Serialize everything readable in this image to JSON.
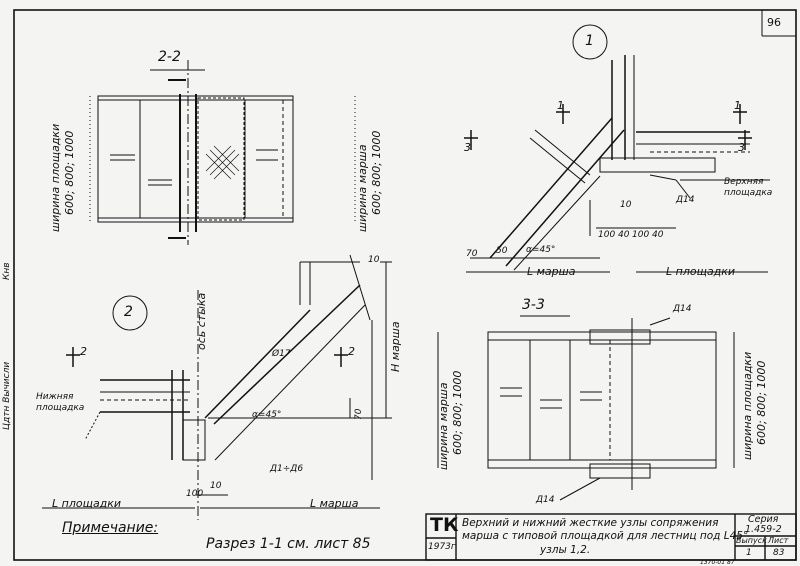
{
  "sheet": {
    "page_number": "96",
    "note_label": "Примечание:",
    "note_text": "Разрез 1-1 см. лист 85"
  },
  "section_22": {
    "title": "2-2",
    "width_platform": "ширина площадки",
    "width_platform_values": "600; 800; 1000",
    "width_march": "ширина марша",
    "width_march_values": "600; 800; 1000"
  },
  "node_1": {
    "number": "1",
    "cut_3_label": "3",
    "cut_1_label": "1",
    "weld_label": "Д14",
    "upper_platform_line1": "Верхняя",
    "upper_platform_line2": "площадка",
    "dim_10": "10",
    "dim_row": [
      "100",
      "40",
      "100",
      "40"
    ],
    "angle": "α=45°",
    "dim_70": "70",
    "dim_50": "50",
    "l_march": "L марша",
    "l_platform": "L площадки"
  },
  "node_2": {
    "number": "2",
    "cut_2_label": "2",
    "axis_label": "ось стыка",
    "lower_platform_line1": "Нижняя",
    "lower_platform_line2": "площадка",
    "dim_10_top": "10",
    "dim_70": "70",
    "angle": "α=45°",
    "weld_label": "Д1÷Д6",
    "h_march": "Н марша",
    "dim_100": "100",
    "dim_10_bottom": "10",
    "l_platform": "L площадки",
    "l_march": "L марша",
    "dim_bolt": "Ø17",
    "cut_2_right": "2"
  },
  "section_33": {
    "title": "3-3",
    "weld_top": "Д14",
    "weld_bottom": "Д14",
    "width_march": "ширина марша",
    "width_march_values": "600; 800; 1000",
    "width_platform": "ширина площадки",
    "width_platform_values": "600; 800; 1000"
  },
  "margin": {
    "left_text": "Цдтн  Вычисли",
    "left_small": "Кнв"
  },
  "title_block": {
    "logo": "ТК",
    "year": "1973г",
    "description_line1": "Верхний и нижний жесткие узлы сопряжения",
    "description_line2": "марша с типовой площадкой для лестниц под L45°",
    "description_line3": "узлы 1,2.",
    "series_label": "Серия",
    "series_value": "1.459-2",
    "issue_label": "Выпуск",
    "issue_value": "1",
    "sheet_label": "Лист",
    "sheet_value": "83",
    "doc_number": "1370-01  87"
  }
}
